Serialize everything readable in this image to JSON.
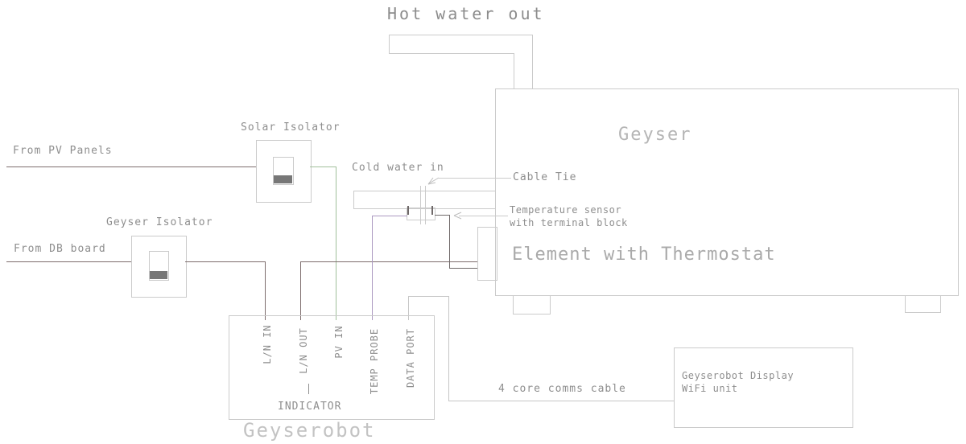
{
  "diagram": {
    "title_labels": {
      "hot_water_out": "Hot water out",
      "geyser": "Geyser",
      "element_with_thermostat": "Element with Thermostat",
      "geyserobot": "Geyserobot"
    },
    "labels": {
      "solar_isolator": "Solar Isolator",
      "from_pv_panels": "From PV Panels",
      "geyser_isolator": "Geyser Isolator",
      "from_db_board": "From DB board",
      "cold_water_in": "Cold water in",
      "cable_tie": "Cable Tie",
      "temp_sensor_line1": "Temperature sensor",
      "temp_sensor_line2": "with terminal block",
      "indicator": "INDICATOR",
      "comms_cable": "4 core comms cable",
      "display_line1": "Geyserobot Display",
      "display_line2": "WiFi unit"
    },
    "terminals": [
      {
        "label": "L/N IN"
      },
      {
        "label": "L/N OUT"
      },
      {
        "label": "PV IN"
      },
      {
        "label": "TEMP PROBE"
      },
      {
        "label": "DATA PORT"
      }
    ],
    "colors": {
      "outline_gray": "#cbcbcb",
      "power_wire": "#7d6d6d",
      "pv_wire_green": "#a0bf9b",
      "temp_wire_purple": "#ab99c1",
      "sensor_wire_dark": "#6f6969",
      "comms_cable_gray": "#c6c6c6",
      "switch_fill": "#777777",
      "text_gray": "#8e8e8e",
      "text_light_gray": "#b5b5b5"
    }
  }
}
